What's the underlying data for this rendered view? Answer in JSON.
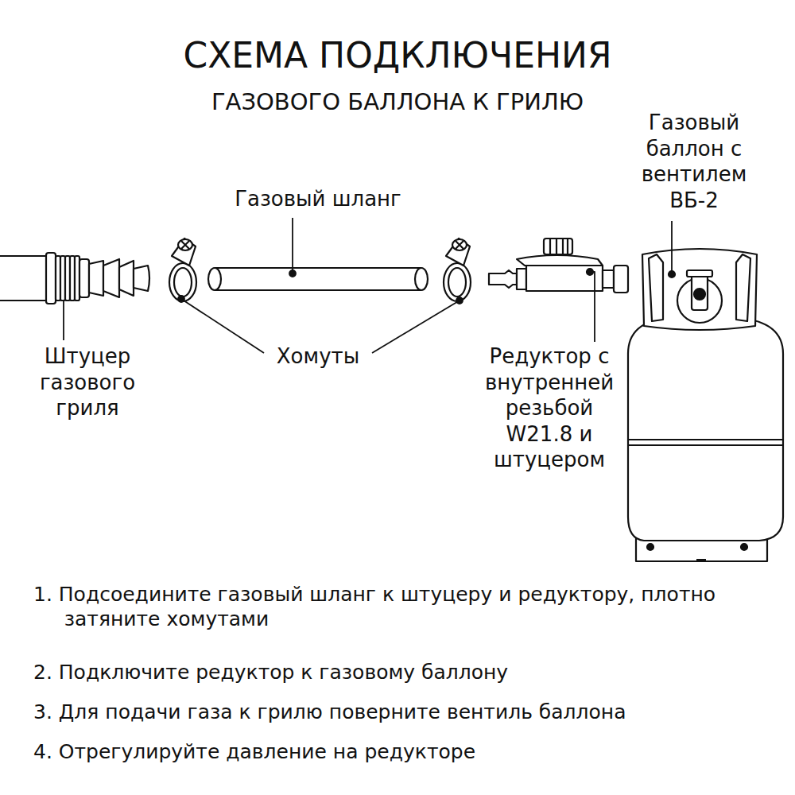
{
  "diagram": {
    "title": "СХЕМА ПОДКЛЮЧЕНИЯ",
    "labels": [
      "ГАЗОВОГО БАЛЛОНА К ГРИЛЮ",
      "Газовый баллон с вентилем ВБ-2",
      "Газовый шланг",
      "Штуцер газового гриля",
      "Хомуты",
      "Редуктор с внутренней резьбой W21.8 и штуцером",
      "1. Подсоедините газовый шланг к штуцеру и редуктору, плотно затяните хомутами",
      "2. Подключите редуктор к газовому баллону",
      "3. Для подачи газа к грилю поверните вентиль баллона",
      "4. Отрегулируйте давление на редукторе"
    ]
  }
}
